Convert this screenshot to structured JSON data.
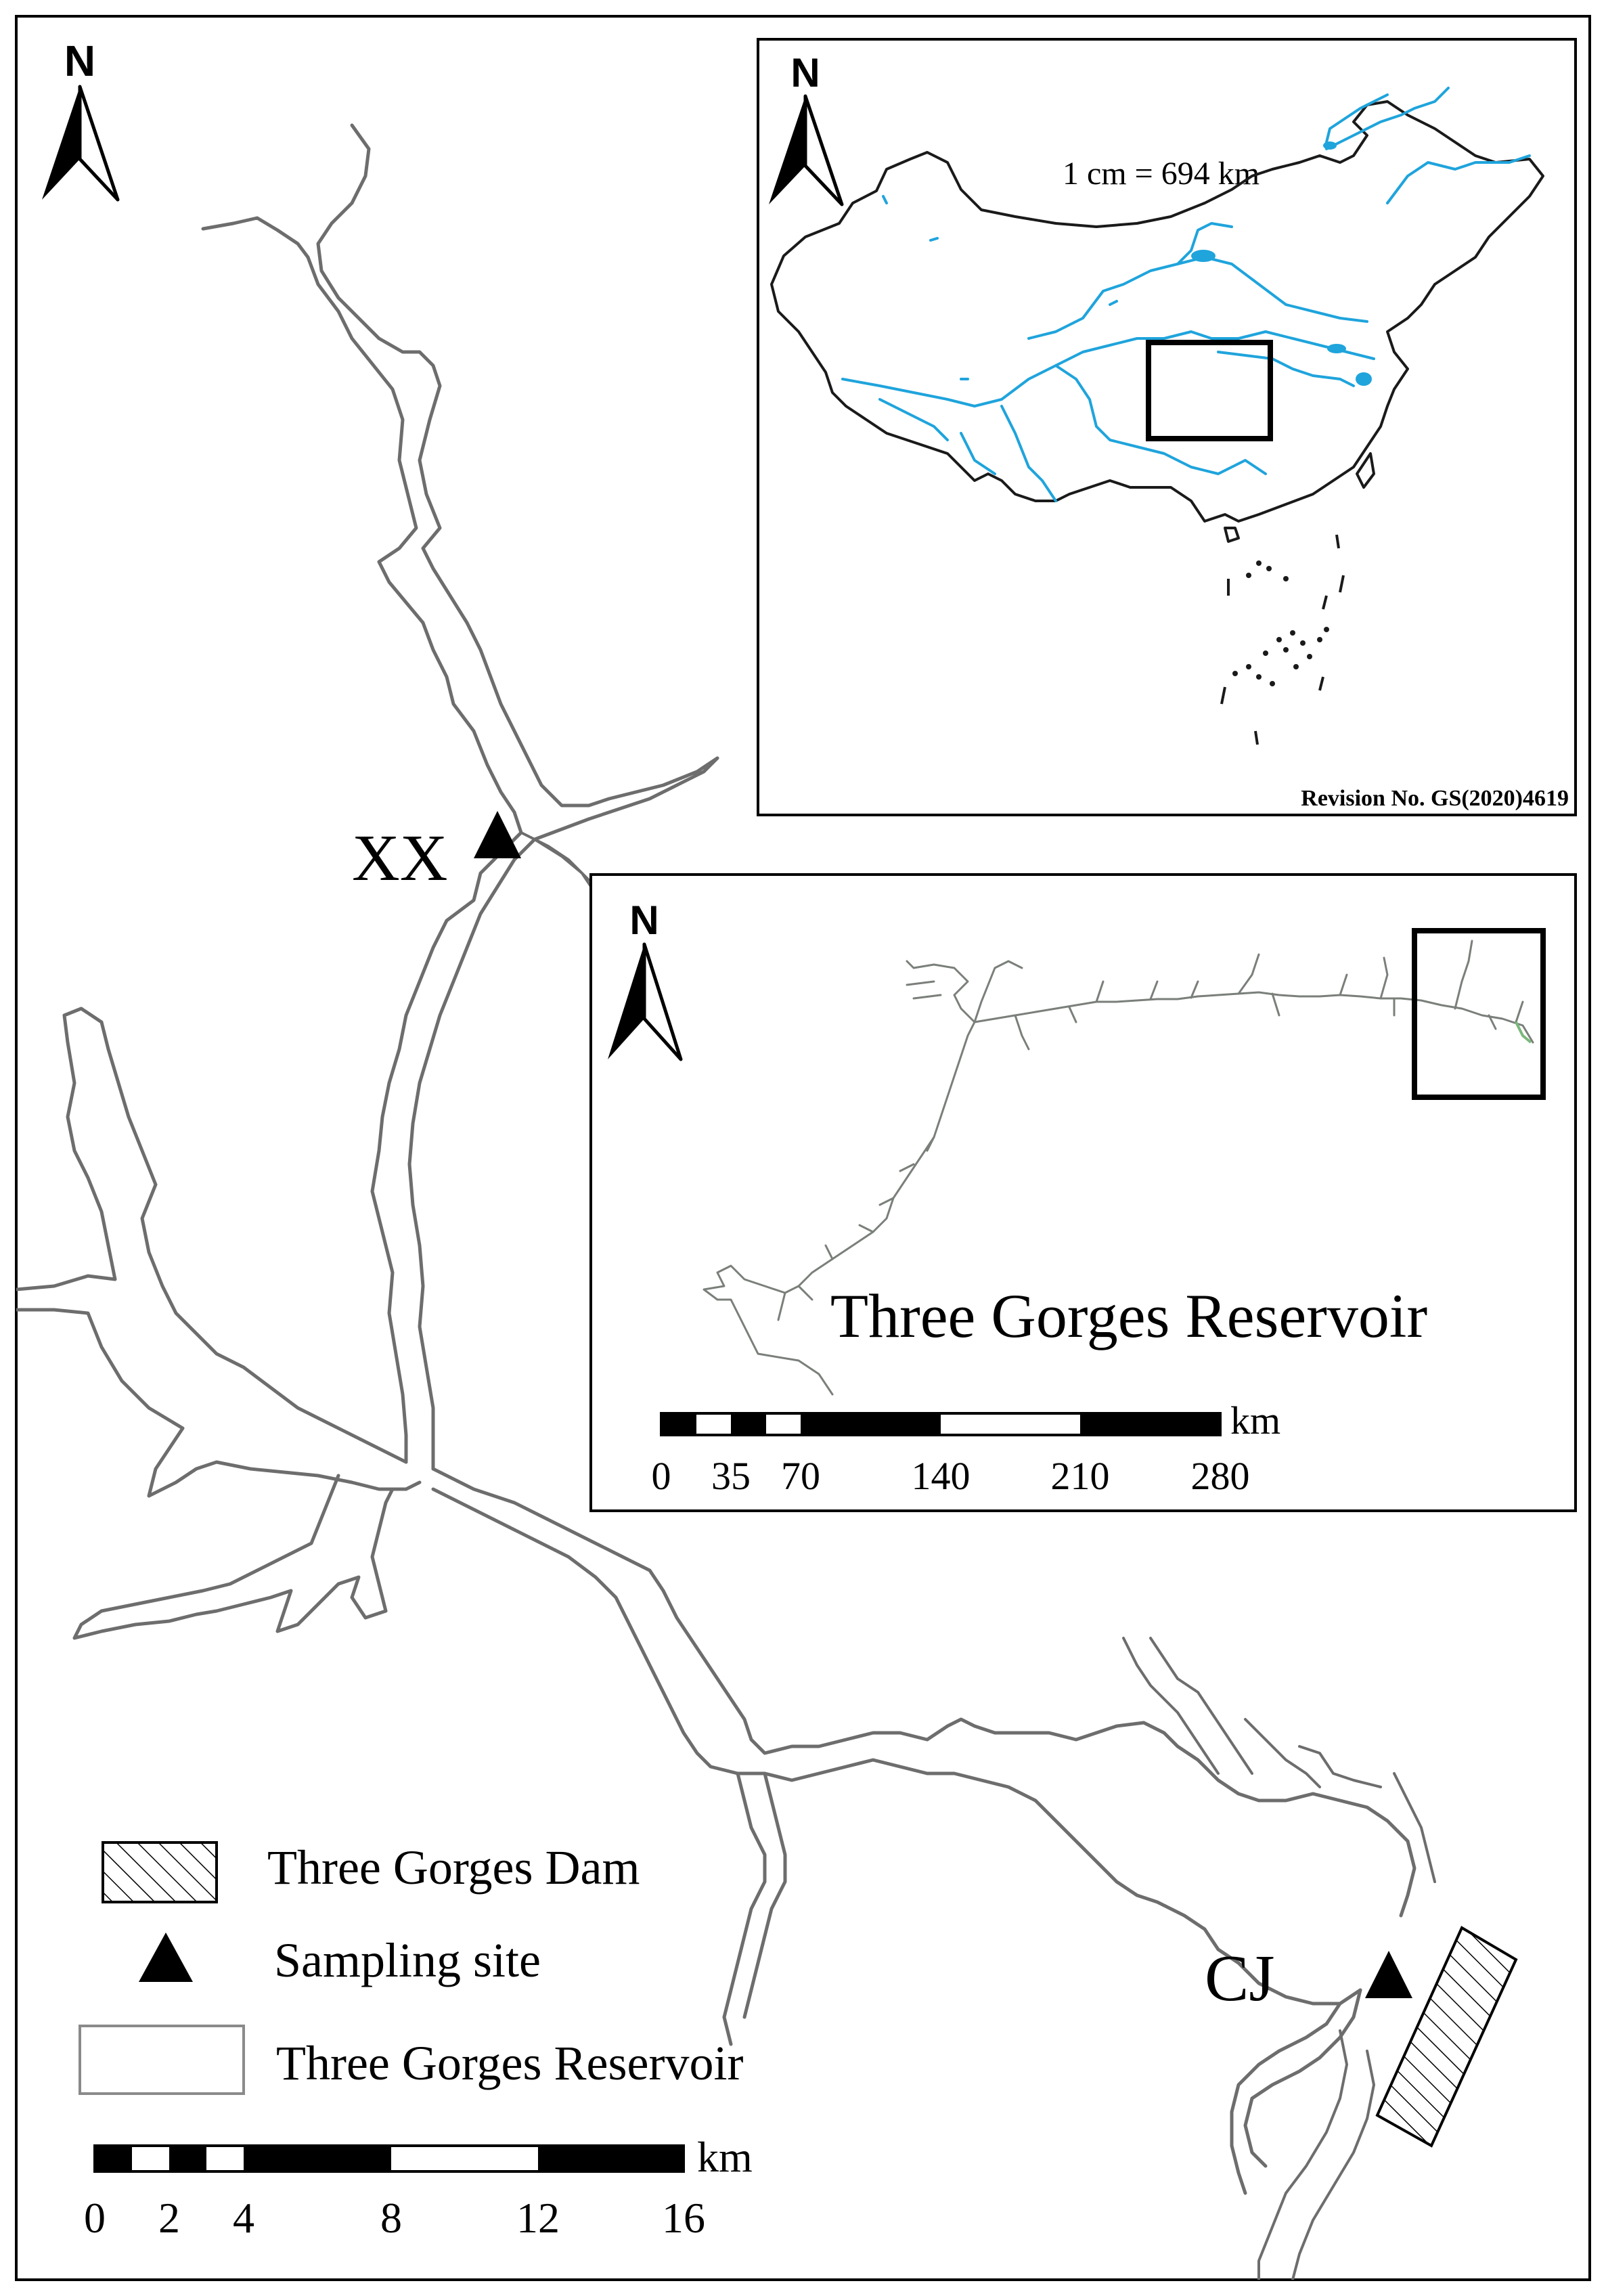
{
  "main_map": {
    "north_label": "N",
    "sites": [
      {
        "code": "XX"
      },
      {
        "code": "CJ"
      }
    ],
    "legend": {
      "dam_label": "Three Gorges Dam",
      "site_label": "Sampling site",
      "reservoir_label": "Three Gorges Reservoir"
    },
    "scalebar": {
      "unit": "km",
      "ticks": [
        "0",
        "2",
        "4",
        "8",
        "12",
        "16"
      ]
    }
  },
  "china_inset": {
    "north_label": "N",
    "scale_text": "1 cm = 694 km",
    "revision": "Revision No. GS(2020)4619"
  },
  "reservoir_inset": {
    "north_label": "N",
    "title": "Three Gorges Reservoir",
    "scalebar": {
      "unit": "km",
      "ticks": [
        "0",
        "35",
        "70",
        "140",
        "210",
        "280"
      ]
    }
  },
  "colors": {
    "river_outline": "#6d6d6d",
    "water": "#1fa4dc",
    "border": "#1a1a1a"
  }
}
